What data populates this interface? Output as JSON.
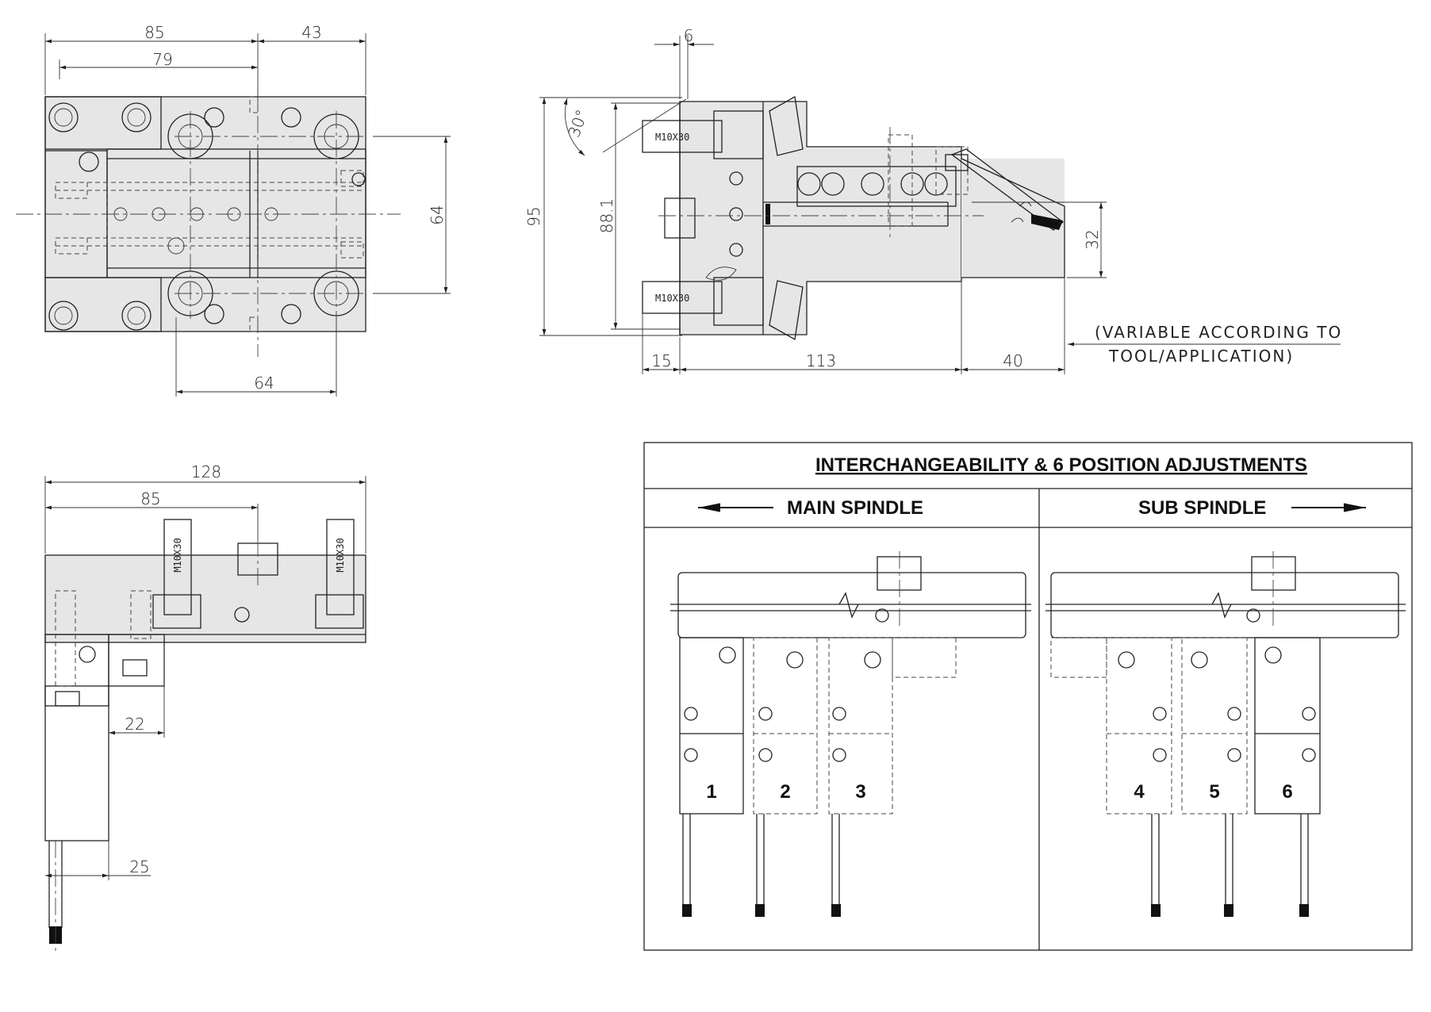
{
  "top_view": {
    "dims": {
      "d85": "85",
      "d43": "43",
      "d79": "79",
      "d64_v": "64",
      "d64_h": "64"
    }
  },
  "side_view": {
    "dims": {
      "d6": "6",
      "d30": "30°",
      "d95": "95",
      "d88_1": "88.1",
      "d32": "32",
      "d15": "15",
      "d113": "113",
      "d40": "40"
    },
    "bolt_label_top": "M10X30",
    "bolt_label_bottom": "M10X30",
    "note_line1": "(VARIABLE ACCORDING TO",
    "note_line2": "TOOL/APPLICATION)"
  },
  "front_view": {
    "dims": {
      "d128": "128",
      "d85": "85",
      "d22": "22",
      "d25": "25"
    },
    "bolt_label_left": "M10X30",
    "bolt_label_right": "M10X30"
  },
  "panel": {
    "title": "INTERCHANGEABILITY & 6 POSITION ADJUSTMENTS",
    "main_spindle": "MAIN SPINDLE",
    "sub_spindle": "SUB SPINDLE",
    "positions": [
      "1",
      "2",
      "3",
      "4",
      "5",
      "6"
    ]
  }
}
